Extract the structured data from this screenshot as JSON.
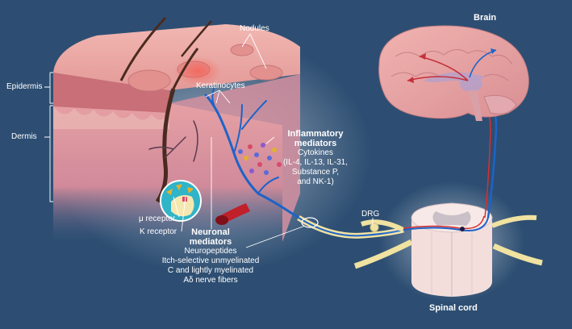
{
  "labels": {
    "nodules": "Nodules",
    "brain": "Brain",
    "epidermis": "Epidermis",
    "dermis": "Dermis",
    "keratinocytes": "Keratinocytes",
    "inflammatory_title": [
      "Inflammatory",
      "mediators"
    ],
    "inflammatory_body": [
      "Cytokines",
      "(IL-4, IL-13, IL-31,",
      "Substance P,",
      "and NK-1)"
    ],
    "mu_receptor": "μ receptor",
    "kappa_receptor": "K receptor",
    "neuronal_title": [
      "Neuronal",
      "mediators"
    ],
    "neuronal_body": [
      "Neuropeptides",
      "Itch-selective unmyelinated",
      "C and lightly myelinated",
      "Aδ nerve fibers"
    ],
    "drg": "DRG",
    "spinal_cord": "Spinal cord"
  },
  "colors": {
    "background": "#2d4e72",
    "skin": "#e8a6a4",
    "nerve_blue": "#1e63c8",
    "nerve_red": "#d53030",
    "nerve_yellow": "#f0e2a0",
    "label_line": "#ffffff"
  }
}
